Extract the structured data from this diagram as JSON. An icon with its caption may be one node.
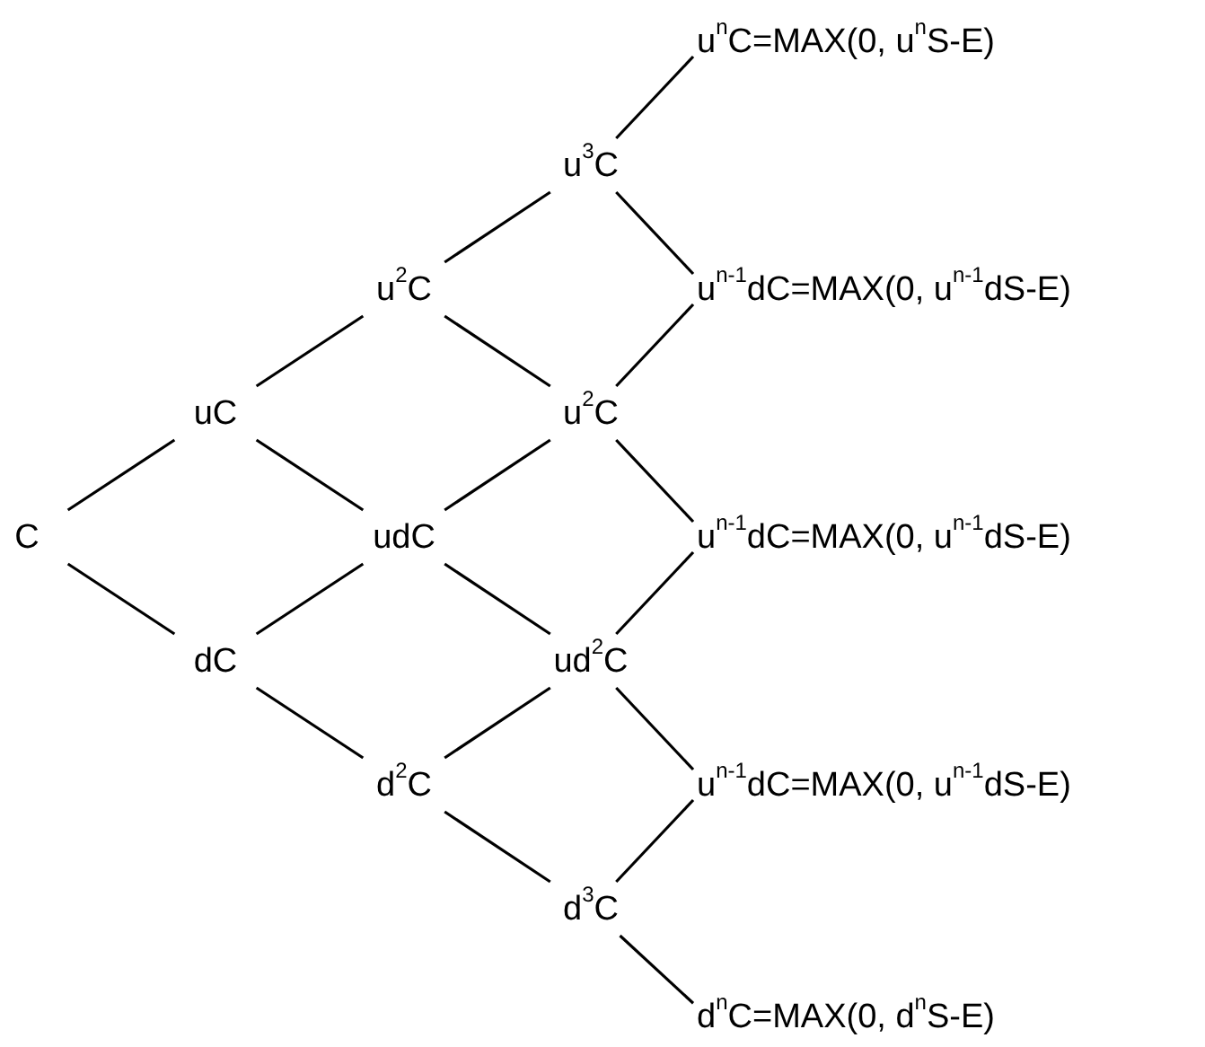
{
  "diagram": {
    "nodes": [
      {
        "text": [
          "C"
        ]
      },
      {
        "text": [
          "uC"
        ]
      },
      {
        "text": [
          "dC"
        ]
      },
      {
        "text": [
          "u$^{2}$C"
        ]
      },
      {
        "text": [
          "udC"
        ]
      },
      {
        "text": [
          "d$^{2}$C"
        ]
      },
      {
        "text": [
          "u$^{3}$C"
        ]
      },
      {
        "text": [
          "u$^{2}$C"
        ]
      },
      {
        "text": [
          "ud$^{2}$C"
        ]
      },
      {
        "text": [
          "d$^{3}$C"
        ]
      },
      {
        "text": [
          "u$^{n}$C=MAX(0, u$^{n}$S-E)"
        ]
      },
      {
        "text": [
          "u$^{n-1}$dC=MAX(0, u$^{n-1}$dS-E)"
        ]
      },
      {
        "text": [
          "u$^{n-1}$dC=MAX(0, u$^{n-1}$dS-E)"
        ]
      },
      {
        "text": [
          "u$^{n-1}$dC=MAX(0, u$^{n-1}$dS-E)"
        ]
      },
      {
        "text": [
          "d$^{n}$C=MAX(0, d$^{n}$S-E)"
        ]
      }
    ],
    "edges": [
      {
        "from": 0,
        "to": 1,
        "arrow": "none"
      },
      {
        "from": 0,
        "to": 2,
        "arrow": "none"
      },
      {
        "from": 1,
        "to": 3,
        "arrow": "none"
      },
      {
        "from": 1,
        "to": 4,
        "arrow": "none"
      },
      {
        "from": 2,
        "to": 4,
        "arrow": "none"
      },
      {
        "from": 2,
        "to": 5,
        "arrow": "none"
      },
      {
        "from": 3,
        "to": 6,
        "arrow": "none"
      },
      {
        "from": 3,
        "to": 7,
        "arrow": "none"
      },
      {
        "from": 4,
        "to": 7,
        "arrow": "none"
      },
      {
        "from": 4,
        "to": 8,
        "arrow": "none"
      },
      {
        "from": 5,
        "to": 8,
        "arrow": "none"
      },
      {
        "from": 5,
        "to": 9,
        "arrow": "none"
      },
      {
        "from": 6,
        "to": 10,
        "arrow": "none"
      },
      {
        "from": 6,
        "to": 11,
        "arrow": "none"
      },
      {
        "from": 7,
        "to": 11,
        "arrow": "none"
      },
      {
        "from": 7,
        "to": 12,
        "arrow": "none"
      },
      {
        "from": 8,
        "to": 12,
        "arrow": "none"
      },
      {
        "from": 8,
        "to": 13,
        "arrow": "none"
      },
      {
        "from": 9,
        "to": 13,
        "arrow": "none"
      },
      {
        "from": 9,
        "to": 14,
        "arrow": "none"
      }
    ]
  }
}
